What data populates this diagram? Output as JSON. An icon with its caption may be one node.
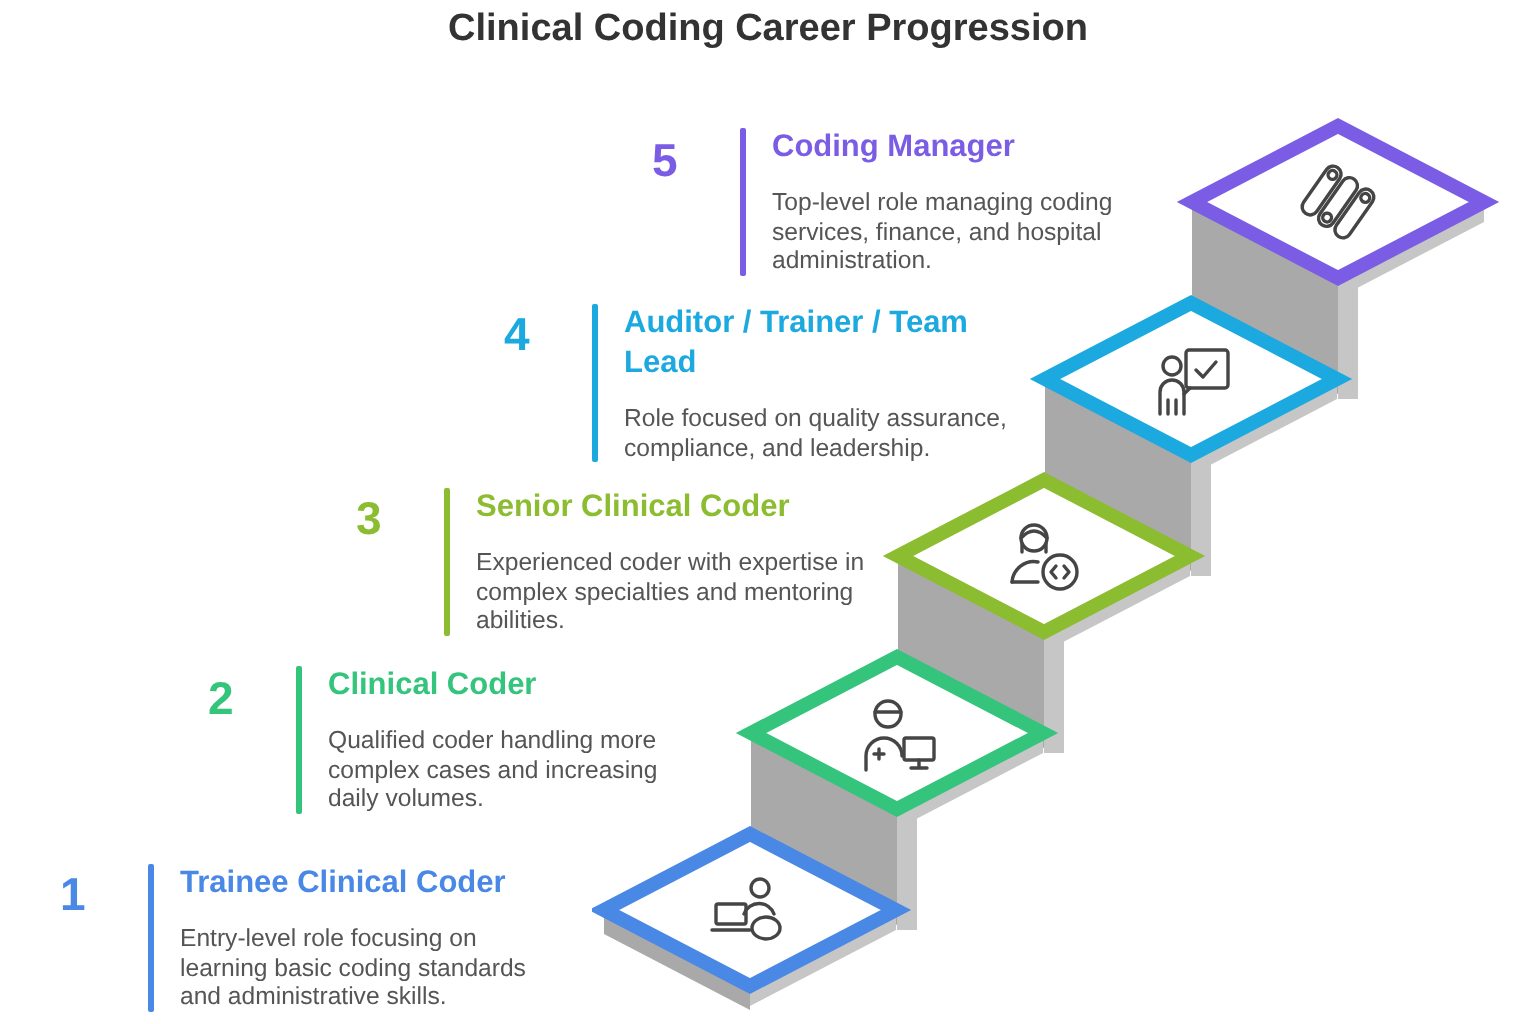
{
  "diagram": {
    "title": "Clinical Coding Career Progression",
    "labels": [
      "5",
      "Coding Manager",
      "Top-level role managing coding services, finance, and hospital administration.",
      "4",
      "Auditor / Trainer / Team Lead",
      "Role focused on quality assurance, compliance, and leadership.",
      "3",
      "Senior Clinical Coder",
      "Experienced coder with expertise in complex specialties and mentoring abilities.",
      "2",
      "Clinical Coder",
      "Qualified coder handling more complex cases and increasing daily volumes.",
      "1",
      "Trainee Clinical Coder",
      "Entry-level role focusing on learning basic coding standards and administrative skills."
    ]
  }
}
